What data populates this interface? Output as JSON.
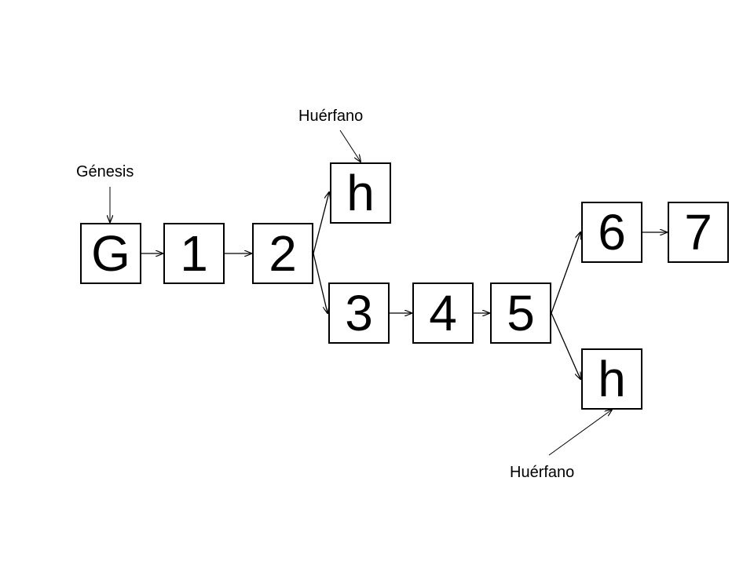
{
  "diagram": {
    "labels": {
      "genesis": "Génesis",
      "orphan_top": "Huérfano",
      "orphan_bottom": "Huérfano"
    },
    "blocks": {
      "genesis": "G",
      "b1": "1",
      "b2": "2",
      "orphan_top": "h",
      "b3": "3",
      "b4": "4",
      "b5": "5",
      "b6": "6",
      "b7": "7",
      "orphan_bottom": "h"
    },
    "edges": [
      [
        "genesis",
        "b1"
      ],
      [
        "b1",
        "b2"
      ],
      [
        "b2",
        "orphan_top"
      ],
      [
        "b2",
        "b3"
      ],
      [
        "b3",
        "b4"
      ],
      [
        "b4",
        "b5"
      ],
      [
        "b5",
        "b6"
      ],
      [
        "b6",
        "b7"
      ],
      [
        "b5",
        "orphan_bottom"
      ]
    ],
    "colors": {
      "stroke": "#000000",
      "background": "#ffffff"
    }
  }
}
